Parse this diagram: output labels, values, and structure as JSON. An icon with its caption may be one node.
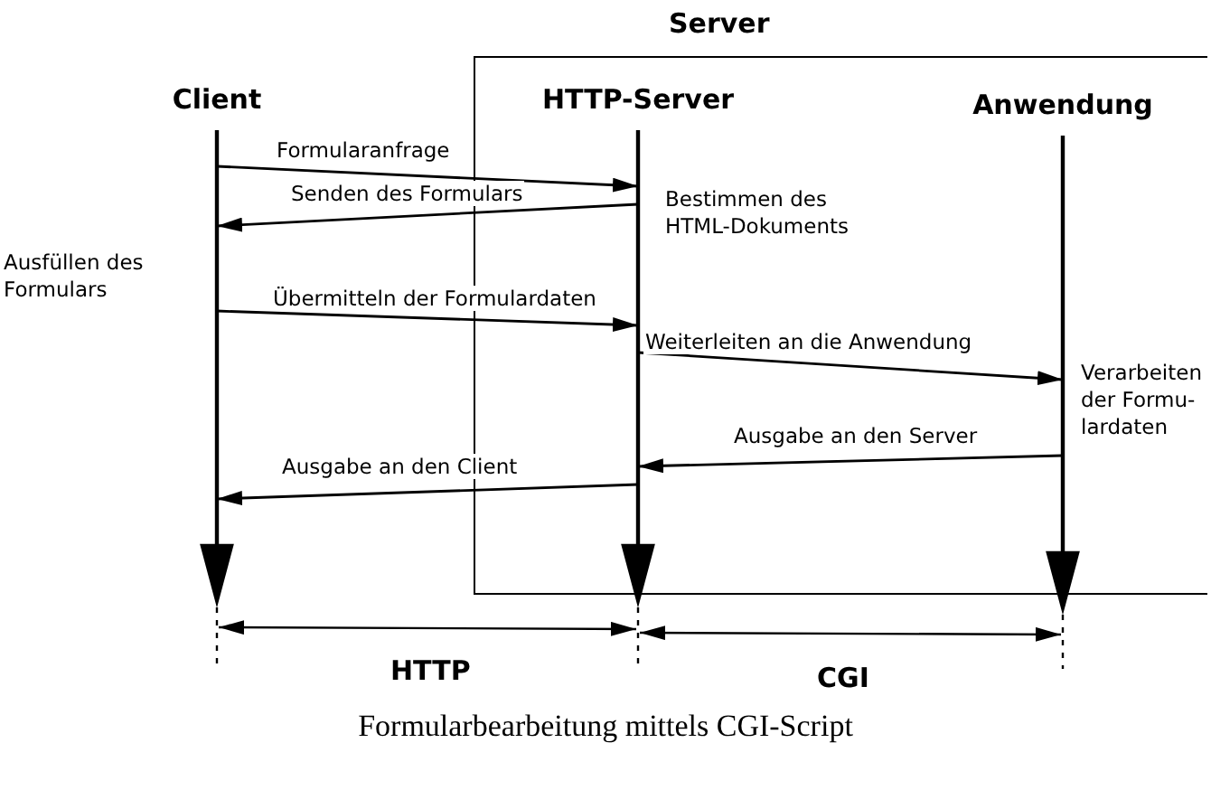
{
  "diagram": {
    "caption": "Formularbearbeitung mittels CGI-Script",
    "nodes": [
      {
        "text": [
          "Server"
        ]
      },
      {
        "text": [
          "Client"
        ]
      },
      {
        "text": [
          "HTTP-Server"
        ],
        "in": 0
      },
      {
        "text": [
          "Anwendung"
        ],
        "in": 0
      }
    ],
    "edges": [
      {
        "from": 1,
        "to": 2,
        "arrow": "to",
        "label": "Formularanfrage"
      },
      {
        "from": 2,
        "to": 1,
        "arrow": "to",
        "label": "Senden des Formulars"
      },
      {
        "from": 1,
        "to": 2,
        "arrow": "to",
        "label": "Übermitteln der Formulardaten"
      },
      {
        "from": 2,
        "to": 3,
        "arrow": "to",
        "label": "Weiterleiten an die Anwendung"
      },
      {
        "from": 3,
        "to": 2,
        "arrow": "to",
        "label": "Ausgabe an den Server"
      },
      {
        "from": 2,
        "to": 1,
        "arrow": "to",
        "label": "Ausgabe an den Client"
      }
    ],
    "labels": [
      "Bestimmen des HTML-Dokuments",
      "Ausfüllen des Formulars",
      "Verarbeiten der Formu- lardaten",
      "HTTP",
      "CGI"
    ]
  }
}
